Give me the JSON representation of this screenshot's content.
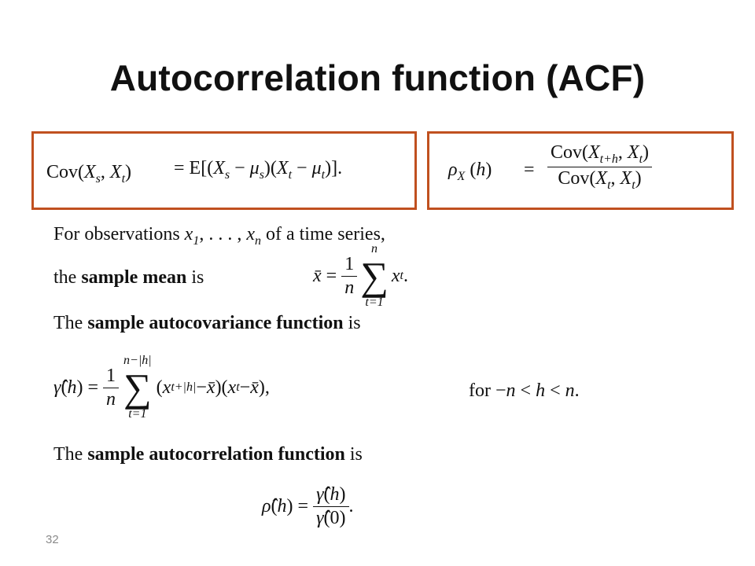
{
  "title": "Autocorrelation function (ACF)",
  "cov_box": {
    "lhs": "Cov(X_s, X_t)",
    "rhs": "= E[(X_s − μ_s)(X_t − μ_t)]."
  },
  "rho_box": {
    "lhs": "ρ_X(h)",
    "numerator": "Cov(X_{t+h}, X_t)",
    "denominator": "Cov(X_t, X_t)"
  },
  "text": {
    "observations_prefix": "For observations",
    "observations_suffix": "of a time series,",
    "sample_mean_prefix": "the",
    "sample_mean_bold": "sample mean",
    "sample_mean_suffix": "is",
    "autocov_prefix": "The",
    "autocov_bold": "sample autocovariance function",
    "autocov_suffix": "is",
    "range_prefix": "for",
    "autocorr_prefix": "The",
    "autocorr_bold": "sample autocorrelation function",
    "autocorr_suffix": "is"
  },
  "slide_number": "32"
}
